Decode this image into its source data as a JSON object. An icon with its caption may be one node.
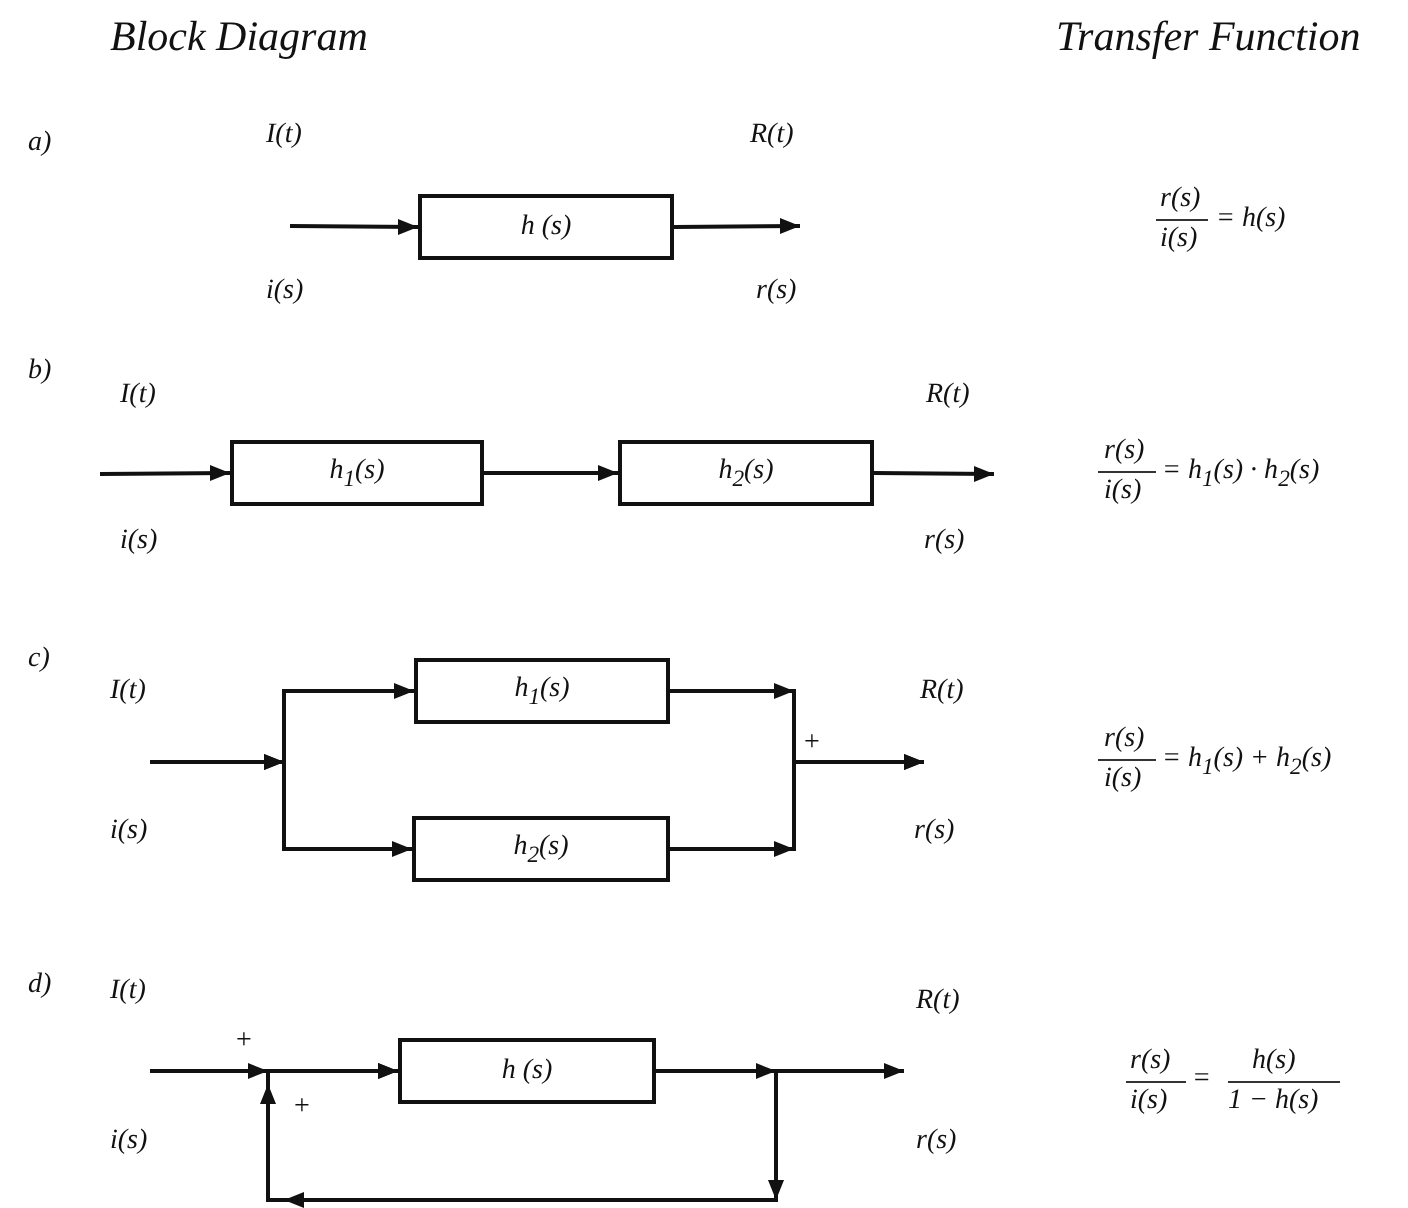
{
  "diagram": {
    "nodes": [
      {
        "text": [
          "h (s)"
        ]
      },
      {
        "text": [
          "h$_{1}$(s)"
        ]
      },
      {
        "text": [
          "h$_{2}$(s)"
        ]
      },
      {
        "text": [
          "h$_{1}$(s)"
        ]
      },
      {
        "text": [
          "h$_{2}$(s)"
        ]
      },
      {
        "text": [
          "h (s)"
        ]
      }
    ],
    "edges": [
      {
        "from": null,
        "to": 0,
        "arrow": "to"
      },
      {
        "from": 0,
        "to": null,
        "arrow": "to"
      },
      {
        "from": null,
        "to": 1,
        "arrow": "to"
      },
      {
        "from": 1,
        "to": 2,
        "arrow": "to"
      },
      {
        "from": 2,
        "to": null,
        "arrow": "to"
      },
      {
        "from": null,
        "to": 3,
        "arrow": "to"
      },
      {
        "from": null,
        "to": 4,
        "arrow": "to"
      },
      {
        "from": 3,
        "to": null,
        "arrow": "to"
      },
      {
        "from": 4,
        "to": null,
        "arrow": "to"
      },
      {
        "from": null,
        "to": 5,
        "arrow": "to"
      },
      {
        "from": 5,
        "to": null,
        "arrow": "to"
      },
      {
        "from": 5,
        "to": 5,
        "arrow": "to"
      }
    ],
    "labels": [
      "Block Diagram",
      "Transfer Function",
      "a)",
      "I(t)",
      "R(t)",
      "r(s)",
      "i(s)",
      "= h(s)",
      "i(s)",
      "r(s)",
      "b)",
      "I(t)",
      "R(t)",
      "r(s)",
      "i(s)",
      "= h$_{1}$(s) · h$_{2}$(s)",
      "i(s)",
      "r(s)",
      "c)",
      "I(t)",
      "R(t)",
      "+",
      "r(s)",
      "i(s)",
      "= h$_{1}$(s) + h$_{2}$(s)",
      "i(s)",
      "r(s)",
      "d)",
      "I(t)",
      "+",
      "R(t)",
      "+",
      "r(s)",
      "i(s)",
      "=",
      "h(s)",
      "1 − h(s)",
      "i(s)",
      "r(s)"
    ]
  }
}
